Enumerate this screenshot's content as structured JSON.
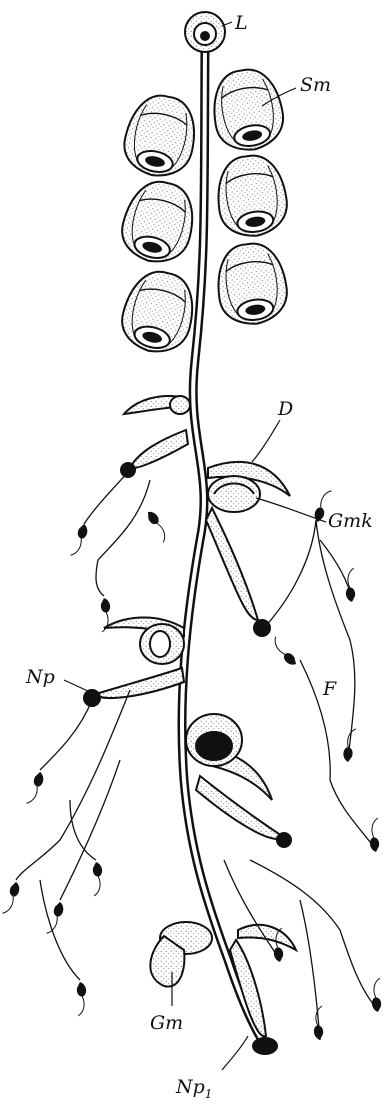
{
  "labels": {
    "L": "L",
    "Sm": "Sm",
    "D": "D",
    "Gmk": "Gmk",
    "Np": "Np",
    "F": "F",
    "Gm": "Gm",
    "Np1_main": "Np",
    "Np1_sub": "1"
  },
  "colors": {
    "ink": "#111111",
    "stipple": "#d9d9d9",
    "paper": "#ffffff"
  }
}
